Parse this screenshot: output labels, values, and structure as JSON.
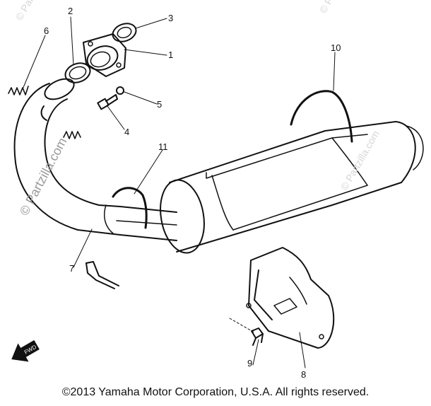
{
  "callouts": {
    "c1": "1",
    "c2": "2",
    "c3": "3",
    "c4": "4",
    "c5": "5",
    "c6": "6",
    "c7": "7",
    "c8": "8",
    "c9": "9",
    "c10": "10",
    "c11": "11"
  },
  "watermark": {
    "main": "© Partzilla.com",
    "faint": "© Partzilla.com"
  },
  "arrow_label": "FWD",
  "copyright": "©2013 Yamaha Motor Corporation, U.S.A. All rights reserved."
}
